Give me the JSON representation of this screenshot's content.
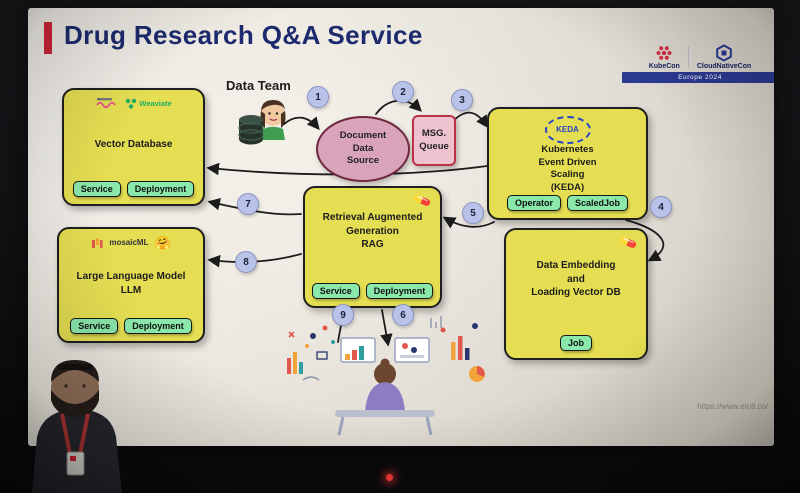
{
  "slide": {
    "title": "Drug Research Q&A Service",
    "data_team_label": "Data Team",
    "footer_url": "https://www.elotl.co/",
    "event_badge": {
      "kubecon": "KubeCon",
      "cloudnativecon": "CloudNativeCon",
      "edition": "Europe 2024"
    }
  },
  "icons": {
    "pill": "💊",
    "hug": "🤗"
  },
  "diagram": {
    "steps": [
      "1",
      "2",
      "3",
      "4",
      "5",
      "6",
      "7",
      "8",
      "9"
    ],
    "document_source": {
      "title": "Document\nData\nSource"
    },
    "msg_queue": {
      "title": "MSG.\nQueue"
    },
    "vector_db": {
      "title": "Vector Database",
      "vendor": "Weaviate",
      "buttons": [
        "Service",
        "Deployment"
      ]
    },
    "keda": {
      "logo_text": "KEDA",
      "title": "Kubernetes\nEvent Driven\nScaling\n(KEDA)",
      "buttons": [
        "Operator",
        "ScaledJob"
      ]
    },
    "rag": {
      "title": "Retrieval Augmented\nGeneration\nRAG",
      "buttons": [
        "Service",
        "Deployment"
      ]
    },
    "llm": {
      "title": "Large Language Model\nLLM",
      "vendor": "mosaicML",
      "buttons": [
        "Service",
        "Deployment"
      ]
    },
    "embedding": {
      "title": "Data Embedding\nand\nLoading Vector DB",
      "buttons": [
        "Job"
      ]
    }
  }
}
